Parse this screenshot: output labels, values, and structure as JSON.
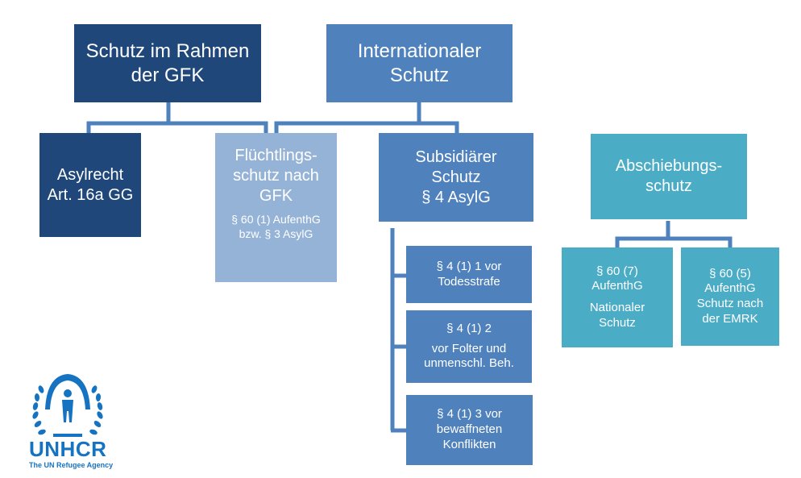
{
  "boxes": {
    "gfk_protection": "Schutz im Rahmen\nder GFK",
    "international_protection": "Internationaler\nSchutz",
    "asylum_right": "Asylrecht\nArt. 16a GG",
    "refugee_protection_title": "Flüchtlings-\nschutz nach\nGFK",
    "refugee_protection_sub": "§ 60 (1) AufenthG\nbzw.  § 3 AsylG",
    "subsidiary_protection": "Subsidiärer\nSchutz\n§ 4 AsylG",
    "deportation_protection": "Abschiebungs-\nschutz",
    "death_penalty": "§ 4 (1) 1 vor\nTodesstrafe",
    "torture_heading": "§ 4 (1) 2",
    "torture_text": "vor Folter und\nunmenschl. Beh.",
    "armed_conflict": "§ 4 (1) 3 vor\nbewaffneten\nKonflikten",
    "national_protection_heading": "§ 60 (7)\nAufenthG",
    "national_protection_text": "Nationaler\nSchutz",
    "emrk_protection": "§ 60 (5)\nAufenthG\nSchutz nach\nder EMRK"
  },
  "logo": {
    "name": "UNHCR",
    "tagline": "The UN Refugee Agency"
  },
  "colors": {
    "dark_blue": "#1f477a",
    "mid_blue": "#4f81bd",
    "light_blue": "#95b3d7",
    "teal": "#4bacc6",
    "connector": "#4f81bd",
    "logo_blue": "#1673c2"
  }
}
